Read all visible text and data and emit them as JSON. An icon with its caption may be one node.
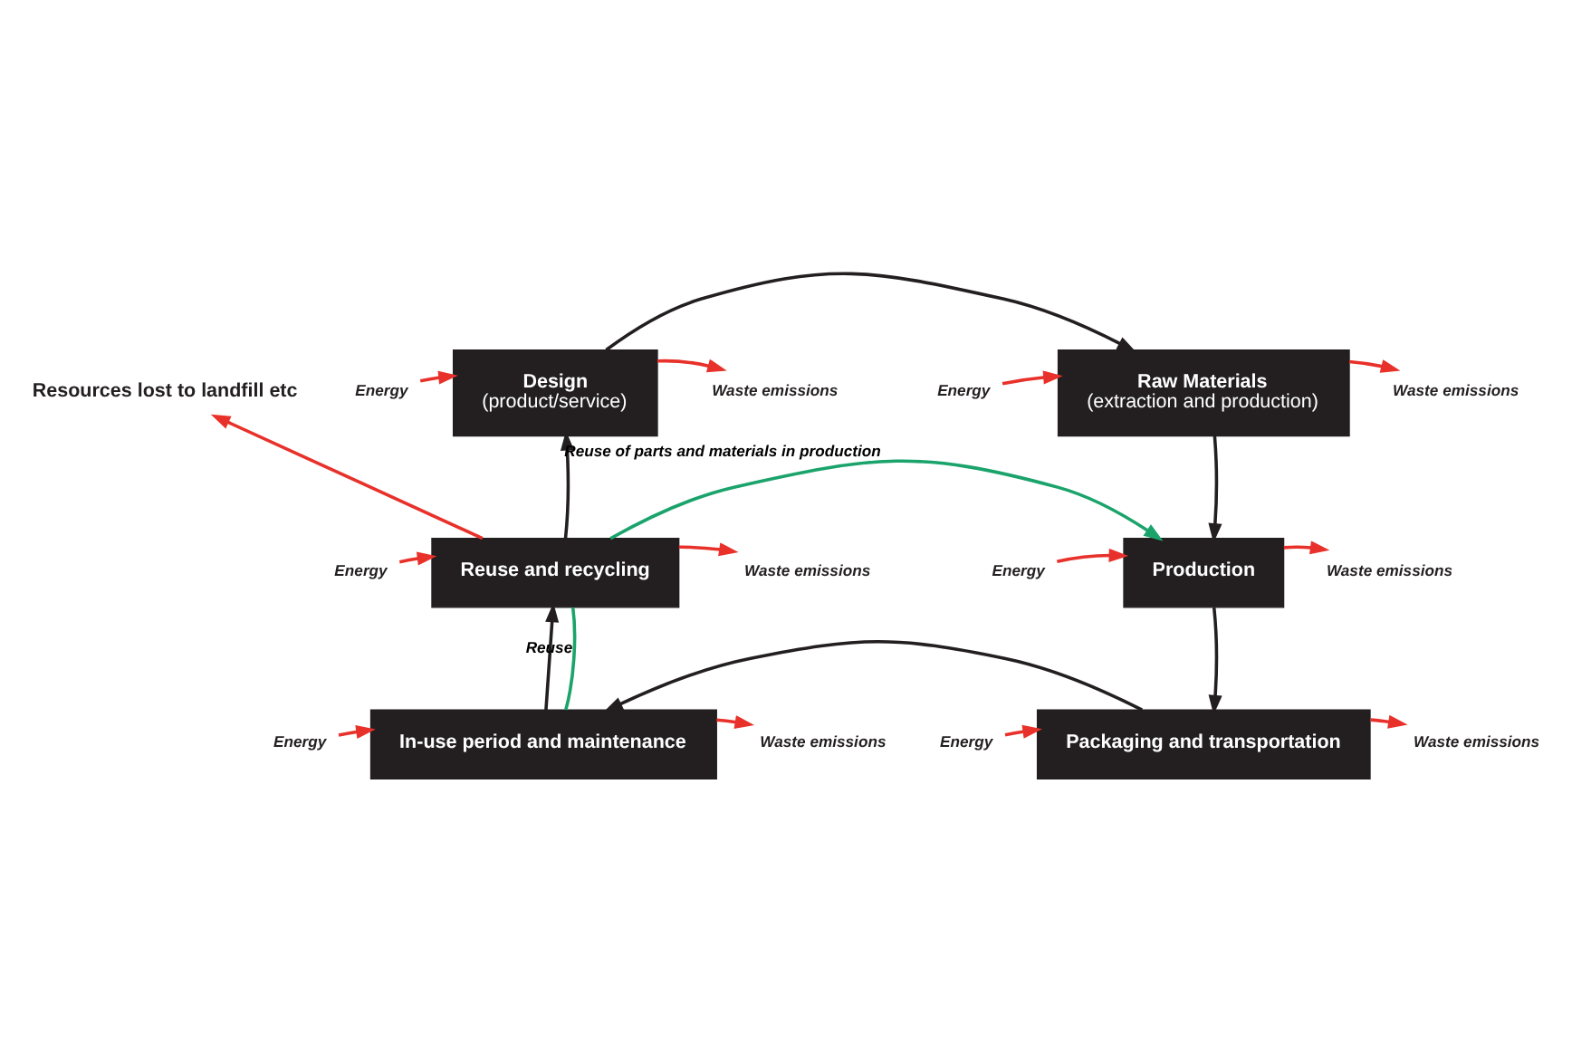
{
  "diagram": {
    "nodes": [
      {
        "text": [
          "Design",
          "(product/service)"
        ]
      },
      {
        "text": [
          "Raw Materials",
          "(extraction and production)"
        ]
      },
      {
        "text": [
          "Resources lost to landfill etc"
        ]
      },
      {
        "text": [
          "Energy"
        ]
      },
      {
        "text": [
          "Waste emissions"
        ]
      },
      {
        "text": [
          "Energy"
        ]
      },
      {
        "text": [
          "Waste emissions"
        ]
      },
      {
        "text": [
          "Reuse and recycling"
        ]
      },
      {
        "text": [
          "Production"
        ]
      },
      {
        "text": [
          "Energy"
        ]
      },
      {
        "text": [
          "Waste emissions"
        ]
      },
      {
        "text": [
          "Energy"
        ]
      },
      {
        "text": [
          "Waste emissions"
        ]
      },
      {
        "text": [
          "In-use period and maintenance"
        ]
      },
      {
        "text": [
          "Packaging and transportation"
        ]
      },
      {
        "text": [
          "Energy"
        ]
      },
      {
        "text": [
          "Waste emissions"
        ]
      },
      {
        "text": [
          "Energy"
        ]
      },
      {
        "text": [
          "Waste emissions"
        ]
      }
    ],
    "edges": [
      {
        "from": 0,
        "to": 1,
        "arrow": "to",
        "color": "#231f20"
      },
      {
        "from": 1,
        "to": 8,
        "arrow": "to",
        "color": "#231f20"
      },
      {
        "from": 8,
        "to": 14,
        "arrow": "to",
        "color": "#231f20"
      },
      {
        "from": 14,
        "to": 13,
        "arrow": "to",
        "color": "#231f20"
      },
      {
        "from": 13,
        "to": 7,
        "arrow": "to",
        "color": "#231f20"
      },
      {
        "from": 7,
        "to": 0,
        "arrow": "to",
        "color": "#231f20"
      },
      {
        "from": 7,
        "to": 2,
        "arrow": "to",
        "color": "#e8312a"
      },
      {
        "from": 7,
        "to": 8,
        "arrow": "to",
        "label": "Reuse of parts and materials in production",
        "color": "#1aa36b"
      },
      {
        "from": 13,
        "to": 7,
        "arrow": "none",
        "label": "Reuse",
        "color": "#1aa36b"
      },
      {
        "from": 3,
        "to": 0,
        "arrow": "to",
        "color": "#e8312a"
      },
      {
        "from": 0,
        "to": 4,
        "arrow": "to",
        "color": "#e8312a"
      },
      {
        "from": 5,
        "to": 1,
        "arrow": "to",
        "color": "#e8312a"
      },
      {
        "from": 1,
        "to": 6,
        "arrow": "to",
        "color": "#e8312a"
      },
      {
        "from": 9,
        "to": 7,
        "arrow": "to",
        "color": "#e8312a"
      },
      {
        "from": 7,
        "to": 10,
        "arrow": "to",
        "color": "#e8312a"
      },
      {
        "from": 11,
        "to": 8,
        "arrow": "to",
        "color": "#e8312a"
      },
      {
        "from": 8,
        "to": 12,
        "arrow": "to",
        "color": "#e8312a"
      },
      {
        "from": 15,
        "to": 13,
        "arrow": "to",
        "color": "#e8312a"
      },
      {
        "from": 13,
        "to": 16,
        "arrow": "to",
        "color": "#e8312a"
      },
      {
        "from": 17,
        "to": 14,
        "arrow": "to",
        "color": "#e8312a"
      },
      {
        "from": 14,
        "to": 18,
        "arrow": "to",
        "color": "#e8312a"
      }
    ]
  }
}
